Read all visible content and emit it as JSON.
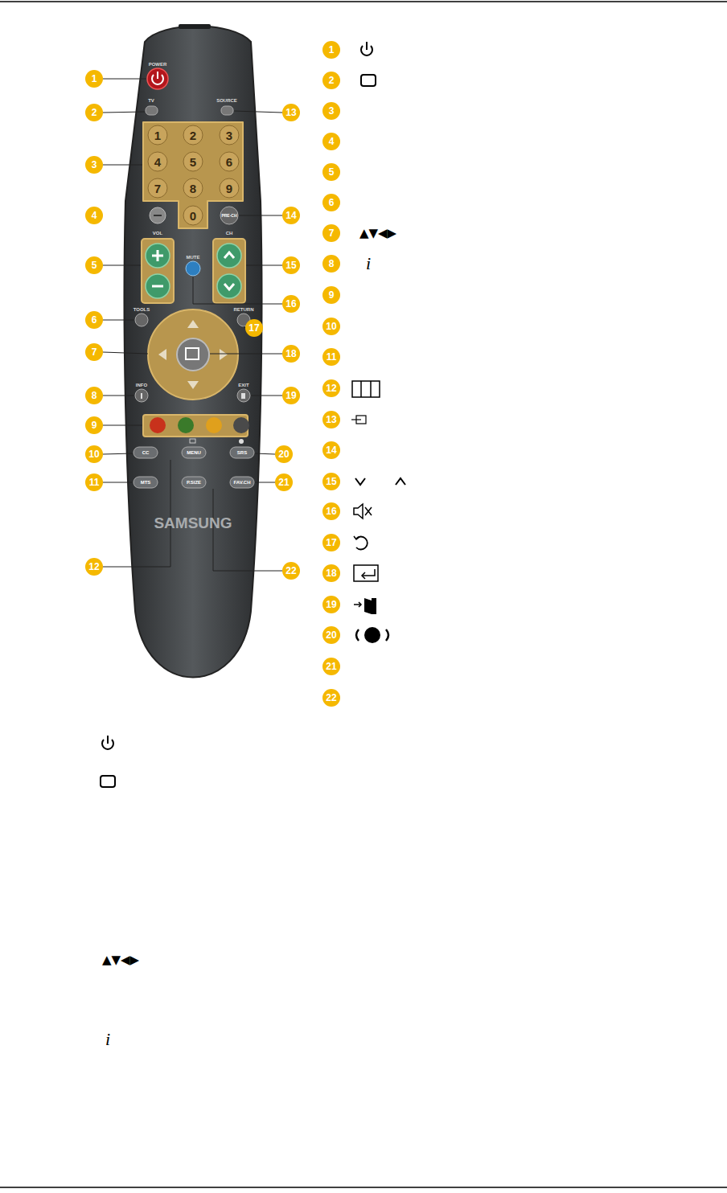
{
  "diagram": {
    "labels": [
      "1",
      "2",
      "3",
      "4",
      "5",
      "6",
      "7",
      "8",
      "9",
      "10",
      "11",
      "12",
      "13",
      "14",
      "15",
      "16",
      "17",
      "18",
      "19",
      "20",
      "21",
      "22",
      "1",
      "2",
      "3",
      "4",
      "5",
      "6",
      "7",
      "8",
      "9",
      "10",
      "11",
      "12",
      "13",
      "14",
      "15",
      "16",
      "17",
      "18",
      "19",
      "20",
      "21",
      "22",
      "POWER",
      "TV",
      "SOURCE",
      "1",
      "2",
      "3",
      "4",
      "5",
      "6",
      "7",
      "8",
      "9",
      "0",
      "PRE-CH",
      "VOL",
      "MUTE",
      "CH",
      "TOOLS",
      "RETURN",
      "INFO",
      "EXIT",
      "CC",
      "MENU",
      "SRS",
      "MTS",
      "P.SIZE",
      "FAV.CH",
      "SAMSUNG",
      "▲▼◀▶",
      "i",
      "▲▼◀▶",
      "i"
    ]
  }
}
